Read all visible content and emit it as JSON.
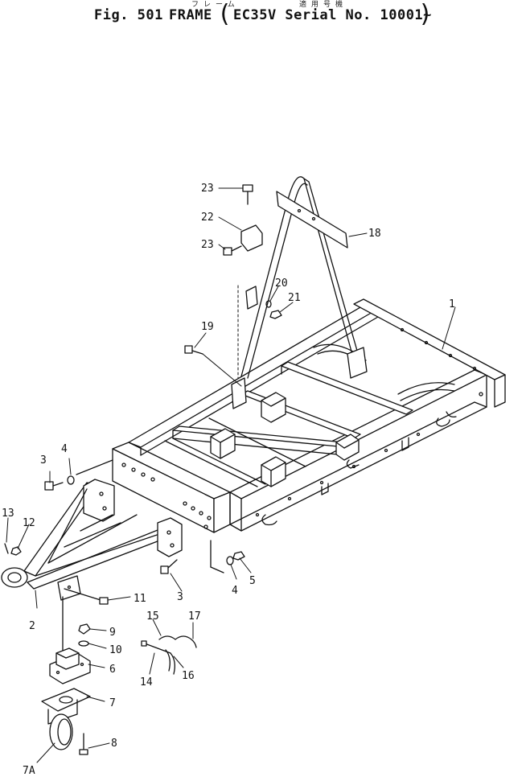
{
  "header": {
    "japanese_title": "フレーム",
    "japanese_serial": "適用号機",
    "fig": "Fig. 501",
    "name": "FRAME",
    "serial": "EC35V Serial No. 10001~"
  },
  "part_labels": [
    "1",
    "2",
    "3",
    "4",
    "5",
    "6",
    "7",
    "7A",
    "8",
    "9",
    "10",
    "11",
    "12",
    "13",
    "14",
    "15",
    "16",
    "17",
    "18",
    "19",
    "20",
    "21",
    "22",
    "23"
  ]
}
